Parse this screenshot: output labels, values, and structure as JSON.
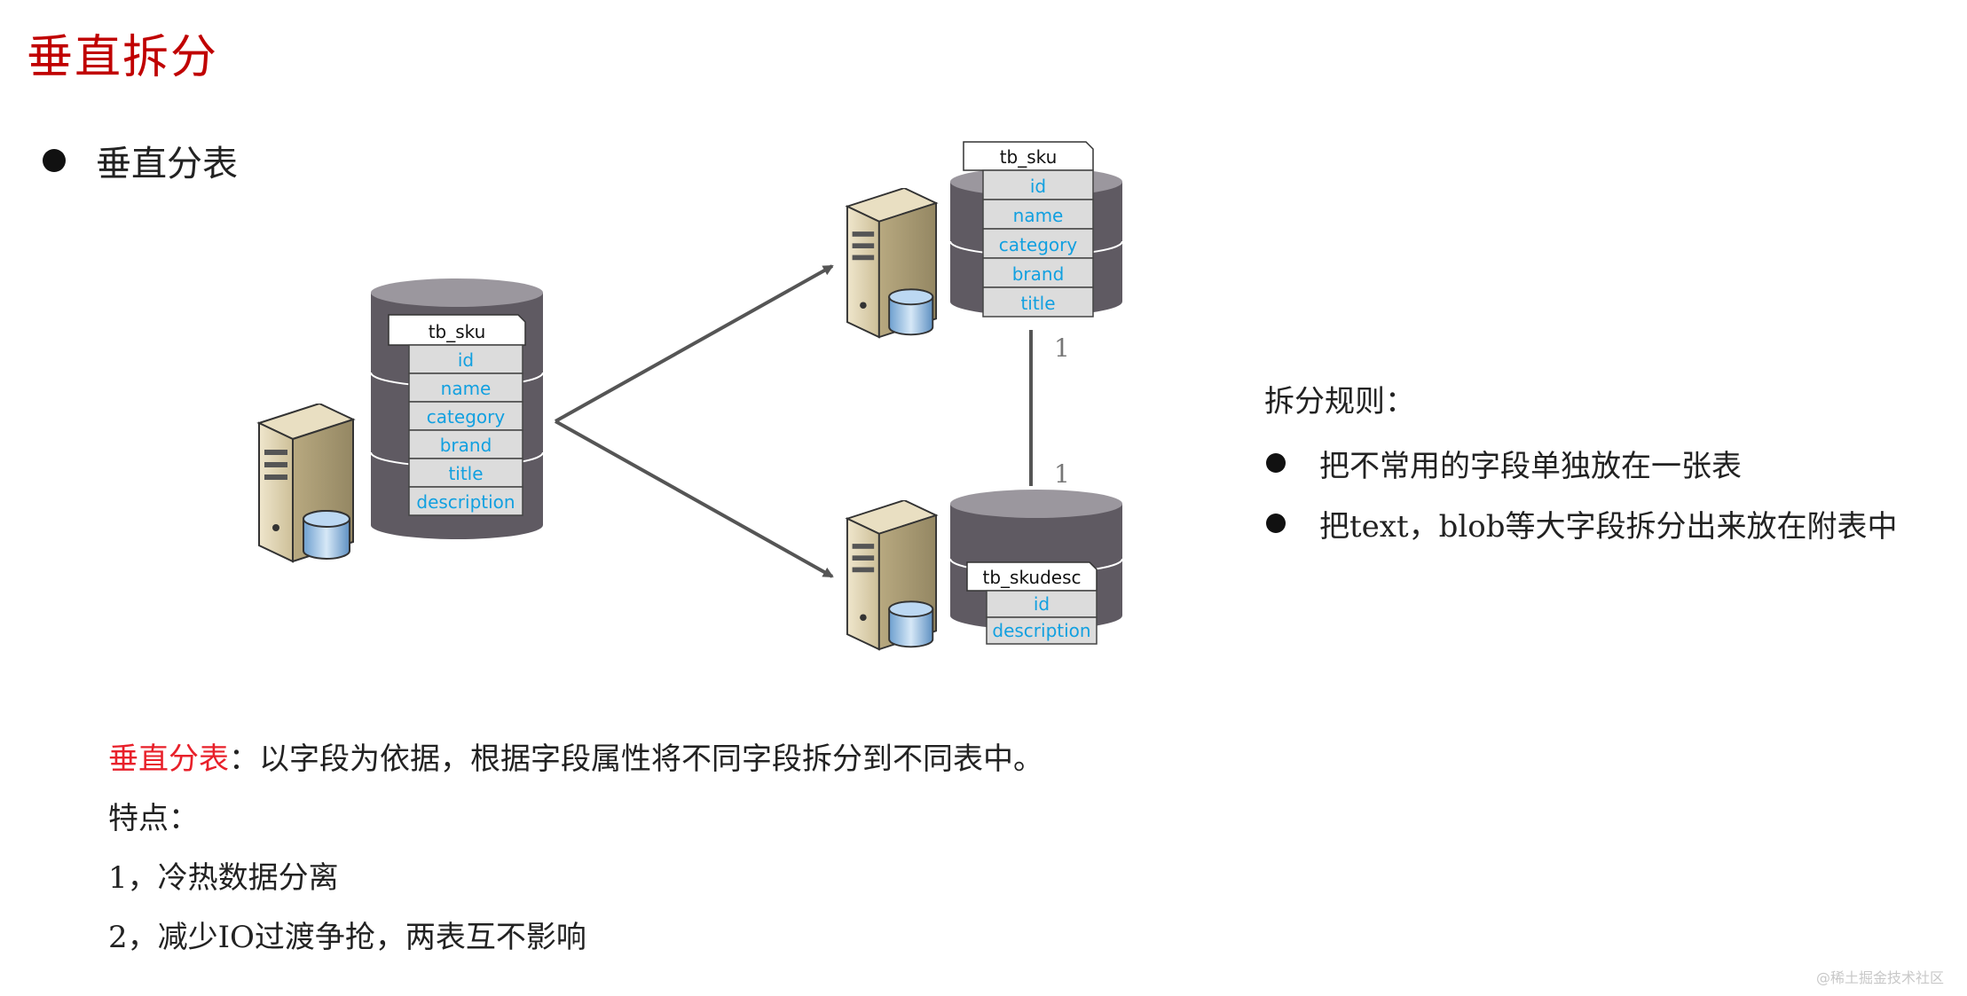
{
  "title": "垂直拆分",
  "bullet": "垂直分表",
  "diagram": {
    "source": {
      "table": "tb_sku",
      "fields": [
        "id",
        "name",
        "category",
        "brand",
        "title",
        "description"
      ]
    },
    "target_top": {
      "table": "tb_sku",
      "fields": [
        "id",
        "name",
        "category",
        "brand",
        "title"
      ]
    },
    "target_bottom": {
      "table": "tb_skudesc",
      "fields": [
        "id",
        "description"
      ]
    },
    "relation": {
      "top": "1",
      "bottom": "1"
    }
  },
  "rules": {
    "heading": "拆分规则：",
    "items": [
      "把不常用的字段单独放在一张表",
      "把text，blob等大字段拆分出来放在附表中"
    ]
  },
  "description": {
    "term": "垂直分表",
    "definition": "：以字段为依据，根据字段属性将不同字段拆分到不同表中。",
    "features_heading": "特点：",
    "features": [
      "1，冷热数据分离",
      "2，减少IO过渡争抢，两表互不影响"
    ]
  },
  "watermark": "@稀土掘金技术社区",
  "colors": {
    "title": "#c00000",
    "term": "#e8202a",
    "field_text": "#12a0e0",
    "cylinder": "#5f5a62",
    "arrow": "#555555"
  }
}
